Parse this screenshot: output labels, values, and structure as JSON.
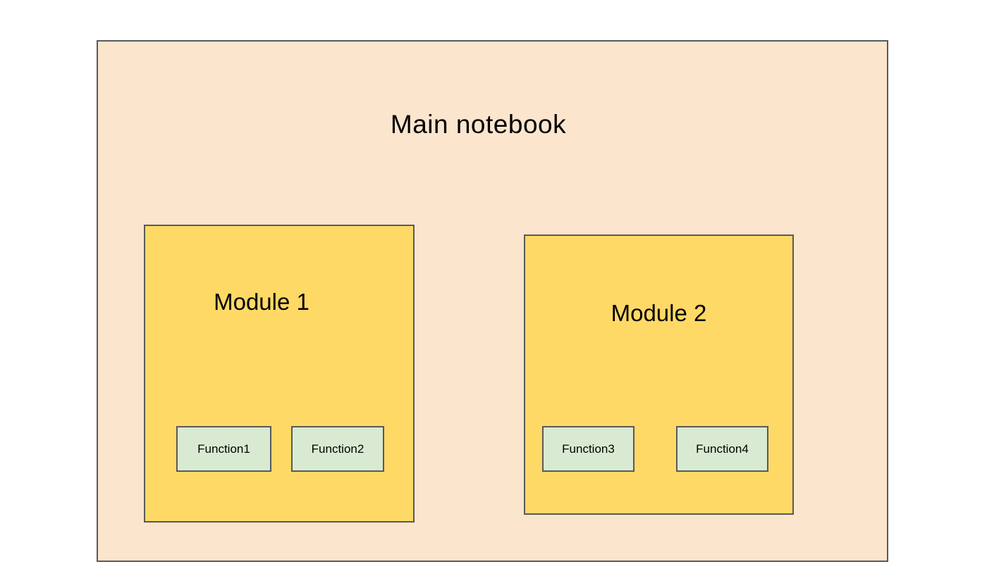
{
  "diagram": {
    "title": "Main notebook",
    "colors": {
      "page_background": "#FFFFFF",
      "container_background": "#FCE5CD",
      "module_background": "#FFD966",
      "function_background": "#D9EAD3",
      "border": "#595959",
      "text": "#000000"
    },
    "modules": [
      {
        "label": "Module 1",
        "functions": [
          {
            "label": "Function1"
          },
          {
            "label": "Function2"
          }
        ]
      },
      {
        "label": "Module 2",
        "functions": [
          {
            "label": "Function3"
          },
          {
            "label": "Function4"
          }
        ]
      }
    ]
  }
}
